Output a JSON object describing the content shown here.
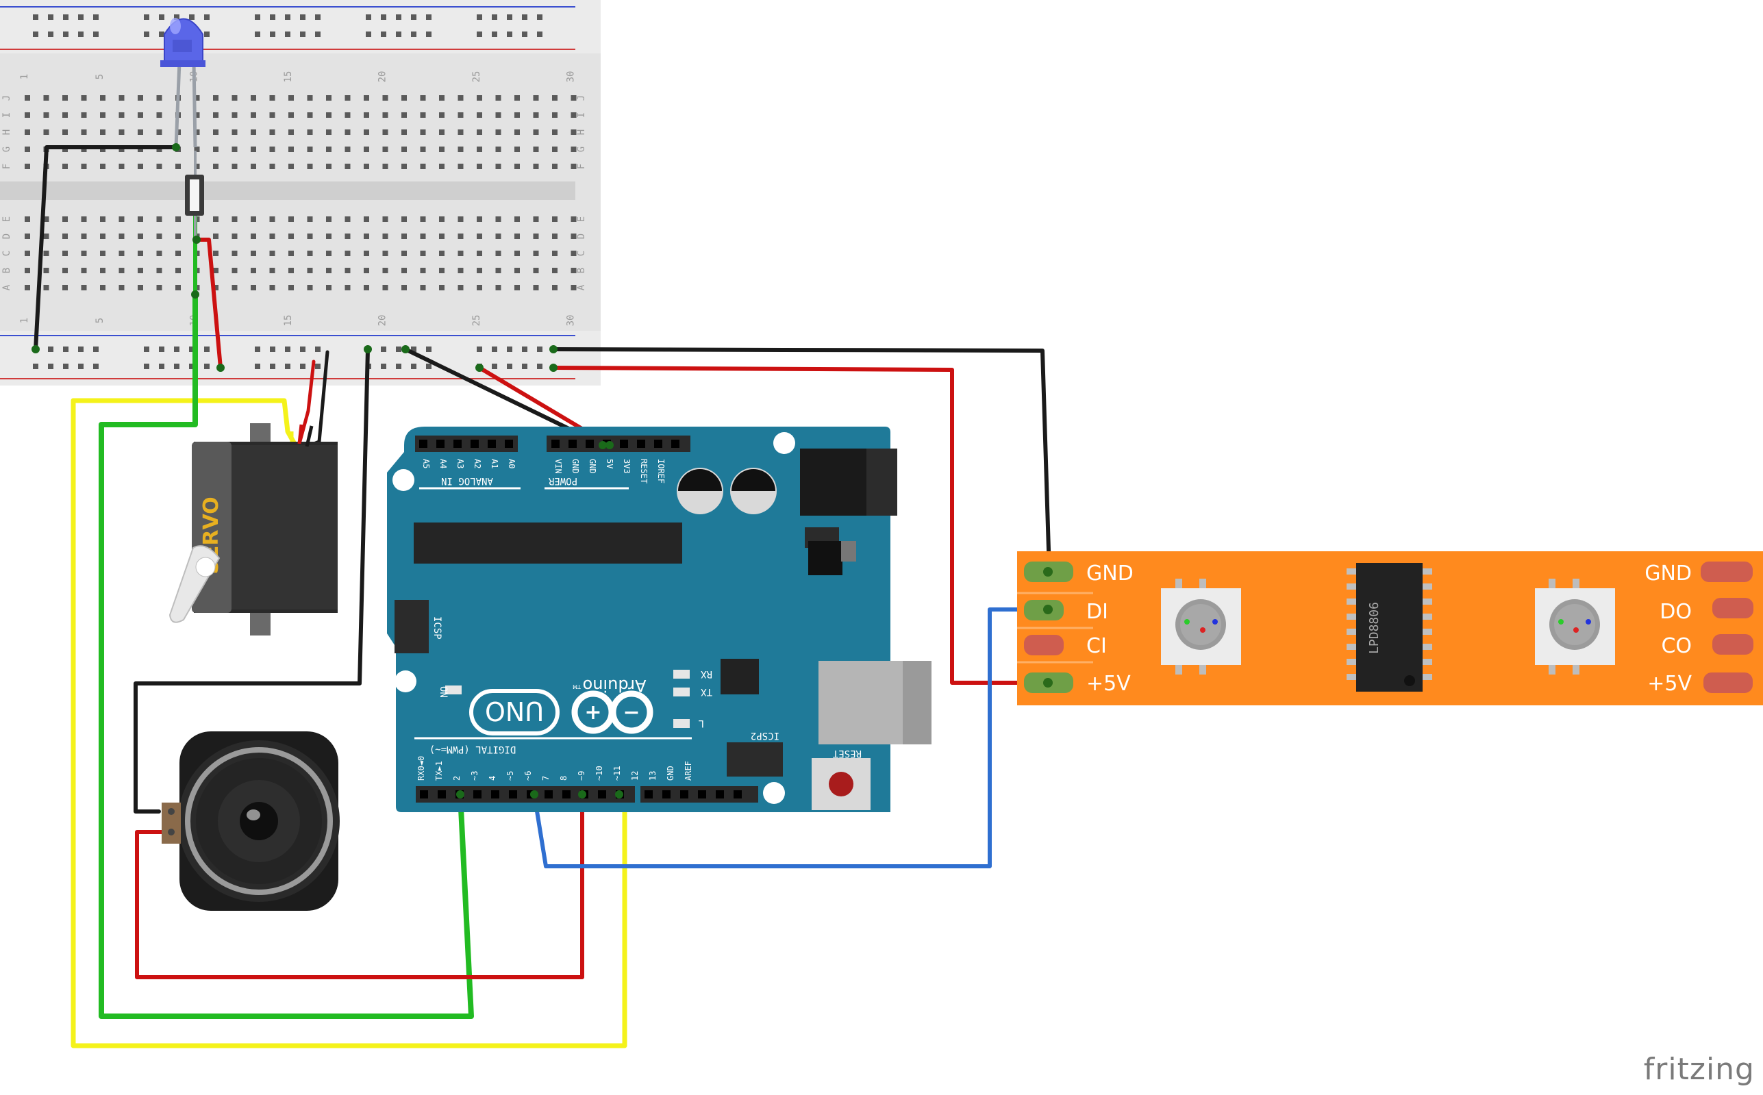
{
  "diagram": {
    "tool": "fritzing",
    "breadboard": {
      "column_numbers": [
        "1",
        "5",
        "10",
        "15",
        "20",
        "25",
        "30"
      ],
      "row_letters_top": [
        "J",
        "I",
        "H",
        "G",
        "F"
      ],
      "row_letters_bottom": [
        "E",
        "D",
        "C",
        "B",
        "A"
      ]
    },
    "arduino": {
      "logo_text": "Arduino",
      "tm": "TM",
      "model": "UNO",
      "analog_label": "ANALOG IN",
      "power_label": "POWER",
      "digital_label": "DIGITAL (PWM=~)",
      "icsp_label": "ICSP",
      "icsp2_label": "ICSP2",
      "on_label": "ON",
      "rx_label": "RX",
      "tx_label": "TX",
      "l_label": "L",
      "reset_label": "RESET",
      "analog_pins": [
        "A5",
        "A4",
        "A3",
        "A2",
        "A1",
        "A0"
      ],
      "power_pins": [
        "VIN",
        "GND",
        "GND",
        "5V",
        "3V3",
        "RESET",
        "IOREF"
      ],
      "digital_pins": [
        "RX0◄0",
        "TX►1",
        "2",
        "~3",
        "4",
        "~5",
        "~6",
        "7",
        "8",
        "~9",
        "~10",
        "~11",
        "12",
        "13",
        "GND",
        "AREF"
      ]
    },
    "servo": {
      "label": "SERVO"
    },
    "led_strip": {
      "chip_label": "LPD8806",
      "left_pads": [
        "GND",
        "DI",
        "CI",
        "+5V"
      ],
      "right_pads": [
        "GND",
        "DO",
        "CO",
        "+5V"
      ]
    },
    "watermark": "fritzing",
    "colors": {
      "wire_black": "#1a1a1a",
      "wire_red": "#cc1111",
      "wire_green": "#22bb22",
      "wire_yellow": "#f4f21a",
      "wire_blue": "#2f6fd0",
      "arduino_blue": "#1f7a99",
      "strip_orange": "#ff8a1e",
      "breadboard": "#e8e8e8"
    }
  }
}
